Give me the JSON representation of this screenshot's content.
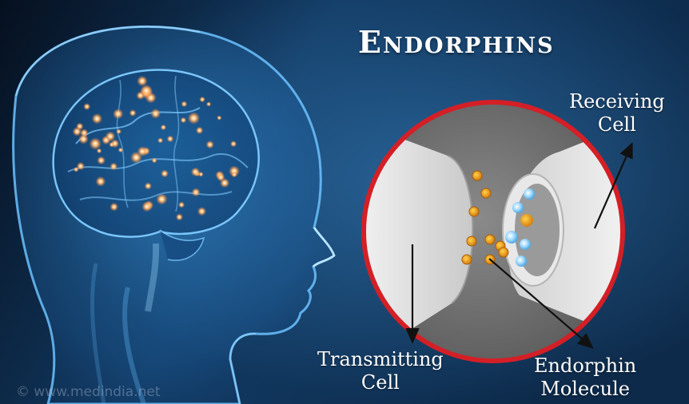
{
  "diagram": {
    "title": "Endorphins",
    "labels": {
      "receiving": [
        "Receiving",
        "Cell"
      ],
      "transmitting": [
        "Transmitting",
        "Cell"
      ],
      "molecule": [
        "Endorphin",
        "Molecule"
      ]
    },
    "watermark": "© www.medindia.net",
    "colors": {
      "background_dark": "#0b1b30",
      "background_light": "#1e5486",
      "head_glow": "#3aa0e8",
      "neuron_spark": "#ff9a4a",
      "ring": "#d41f26",
      "molecule_orange": "#f2a318",
      "receptor_blue": "#8fcff5"
    },
    "icons": [
      "head-silhouette-icon",
      "brain-icon",
      "synapse-icon",
      "arrow-icon"
    ]
  }
}
